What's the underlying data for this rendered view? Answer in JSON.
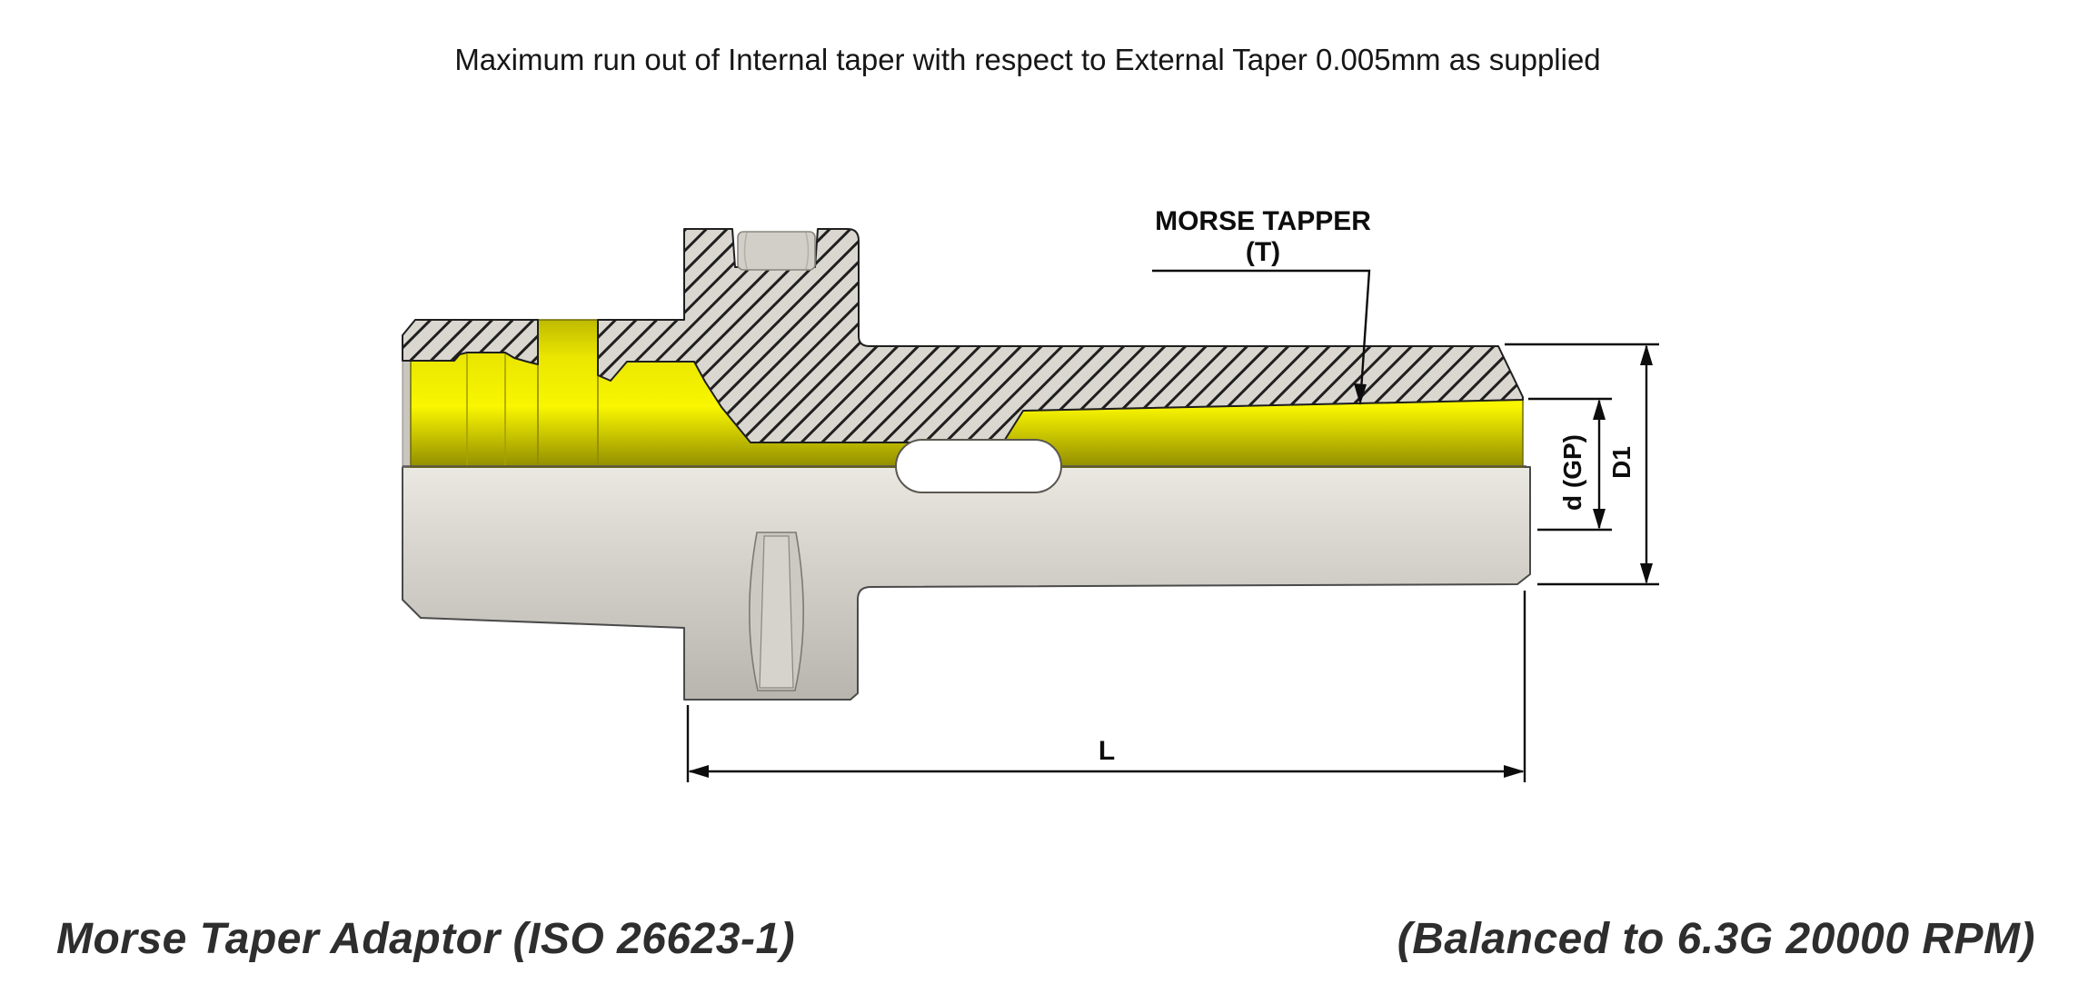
{
  "note": "Maximum run out of Internal taper with respect to External Taper 0.005mm as supplied",
  "annotations": {
    "taper_line1": "MORSE TAPPER",
    "taper_line2": "(T)",
    "dim_bore": "d (GP)",
    "dim_outer": "D1",
    "dim_length": "L"
  },
  "footer": {
    "title_left": "Morse Taper Adaptor (ISO 26623-1)",
    "title_right": "(Balanced to 6.3G 20000 RPM)"
  },
  "colors": {
    "bore_yellow": "#f2ee00",
    "steel_gray": "#d7d4cd",
    "hatch_line": "#1f1f1f",
    "dimension_black": "#0d0d0d",
    "title_text": "#2e2e2e",
    "background": "#ffffff"
  }
}
